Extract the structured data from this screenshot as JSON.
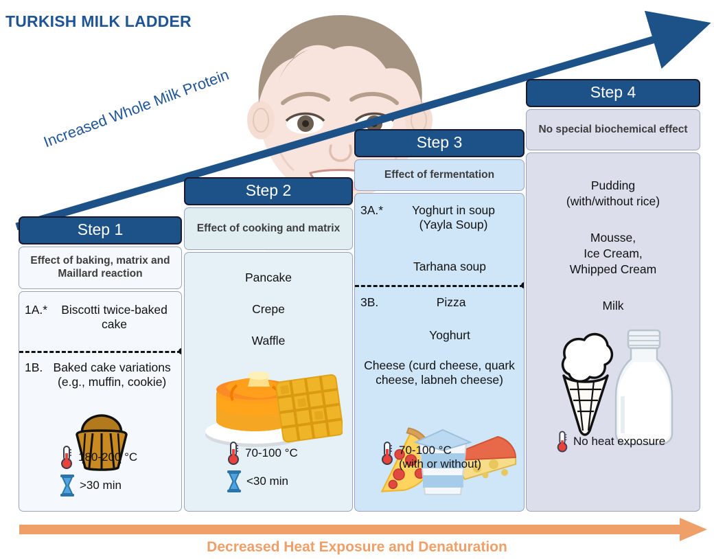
{
  "title": "TURKISH MILK LADDER",
  "axes": {
    "rising_arrow_label": "Increased Whole Milk Protein",
    "bottom_arrow_label": "Decreased Heat Exposure and Denaturation",
    "rising_arrow_color": "#1d5288",
    "bottom_arrow_color": "#ef9f68"
  },
  "colors": {
    "header_blue": "#1d5288",
    "title_blue": "#1f5597",
    "orange": "#ef9f68"
  },
  "steps": [
    {
      "id": "step-1",
      "header": "Step 1",
      "subtitle": "Effect of baking, matrix and Maillard reaction",
      "groups": [
        {
          "tag": "1A.*",
          "items": [
            "Biscotti twice-baked cake"
          ]
        },
        {
          "tag": "1B.",
          "items": [
            "Baked cake variations (e.g., muffin, cookie)"
          ]
        }
      ],
      "food_icon": "muffin-icon",
      "measurements": [
        {
          "icon": "thermometer-icon",
          "value": "180-200 °C"
        },
        {
          "icon": "hourglass-icon",
          "value": ">30 min"
        }
      ]
    },
    {
      "id": "step-2",
      "header": "Step 2",
      "subtitle": "Effect of cooking and matrix",
      "groups": [
        {
          "tag": "",
          "items": [
            "Pancake",
            "Crepe",
            "Waffle"
          ]
        }
      ],
      "food_icon": "pancake-waffle-icon",
      "measurements": [
        {
          "icon": "thermometer-icon",
          "value": "70-100 °C"
        },
        {
          "icon": "hourglass-icon",
          "value": "<30 min"
        }
      ]
    },
    {
      "id": "step-3",
      "header": "Step 3",
      "subtitle": "Effect of fermentation",
      "groups": [
        {
          "tag": "3A.*",
          "items": [
            "Yoghurt in soup (Yayla Soup)",
            "Tarhana soup"
          ]
        },
        {
          "tag": "3B.",
          "items": [
            "Pizza",
            "Yoghurt",
            "Cheese (curd cheese, quark cheese, labneh cheese)"
          ]
        }
      ],
      "food_icon": "pizza-yoghurt-cheese-icon",
      "measurements": [
        {
          "icon": "thermometer-icon",
          "value": "70-100 °C\n(with or without)"
        }
      ]
    },
    {
      "id": "step-4",
      "header": "Step 4",
      "subtitle": "No special biochemical effect",
      "groups": [
        {
          "tag": "",
          "items": [
            "Pudding (with/without rice)",
            "Mousse, Ice Cream, Whipped Cream",
            "Milk"
          ]
        }
      ],
      "food_icon": "icecream-milkbottle-icon",
      "measurements": [
        {
          "icon": "thermometer-icon",
          "value": "No  heat exposure"
        }
      ]
    }
  ],
  "step1": {
    "header": "Step 1",
    "subtitle": "Effect of baking, matrix and Maillard reaction",
    "a_tag": "1A.*",
    "a_text": "Biscotti twice-baked cake",
    "b_tag": "1B.",
    "b_text": "Baked cake variations (e.g., muffin, cookie)",
    "temp": "180-200 °C",
    "time": ">30 min"
  },
  "step2": {
    "header": "Step 2",
    "subtitle": "Effect of cooking and matrix",
    "item1": "Pancake",
    "item2": "Crepe",
    "item3": "Waffle",
    "temp": "70-100 °C",
    "time": "<30 min"
  },
  "step3": {
    "header": "Step 3",
    "subtitle": "Effect of fermentation",
    "a_tag": "3A.*",
    "a_text1": "Yoghurt in soup",
    "a_text2": "(Yayla Soup)",
    "a_text3": "Tarhana soup",
    "b_tag": "3B.",
    "b_text1": "Pizza",
    "b_text2": "Yoghurt",
    "b_text3": "Cheese (curd cheese, quark cheese, labneh cheese)",
    "temp1": "70-100 °C",
    "temp2": "(with or without)"
  },
  "step4": {
    "header": "Step 4",
    "subtitle": "No special biochemical effect",
    "item1a": "Pudding",
    "item1b": "(with/without rice)",
    "item2a": "Mousse,",
    "item2b": "Ice Cream,",
    "item2c": "Whipped Cream",
    "item3": "Milk",
    "temp": "No  heat exposure"
  }
}
